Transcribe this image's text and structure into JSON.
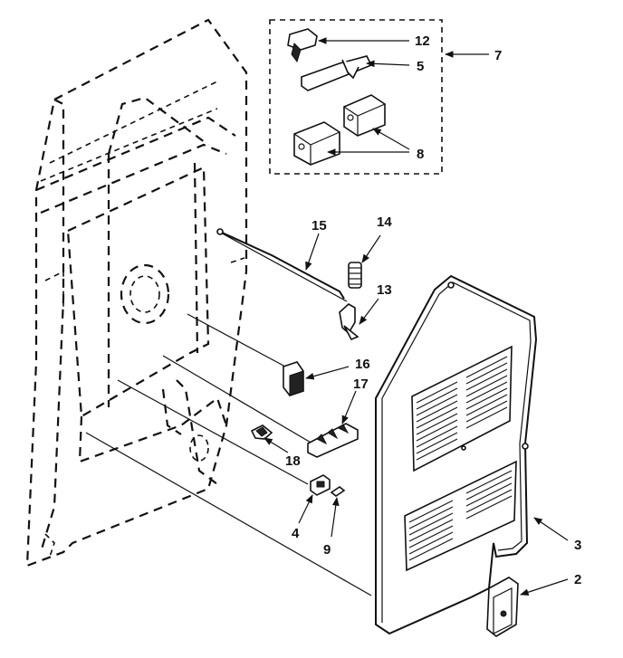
{
  "callouts": [
    {
      "id": "c12",
      "text": "12"
    },
    {
      "id": "c5",
      "text": "5"
    },
    {
      "id": "c7",
      "text": "7"
    },
    {
      "id": "c8",
      "text": "8"
    },
    {
      "id": "c15",
      "text": "15"
    },
    {
      "id": "c14",
      "text": "14"
    },
    {
      "id": "c13",
      "text": "13"
    },
    {
      "id": "c16",
      "text": "16"
    },
    {
      "id": "c17",
      "text": "17"
    },
    {
      "id": "c18",
      "text": "18"
    },
    {
      "id": "c4",
      "text": "4"
    },
    {
      "id": "c9",
      "text": "9"
    },
    {
      "id": "c3",
      "text": "3"
    },
    {
      "id": "c2",
      "text": "2"
    }
  ]
}
